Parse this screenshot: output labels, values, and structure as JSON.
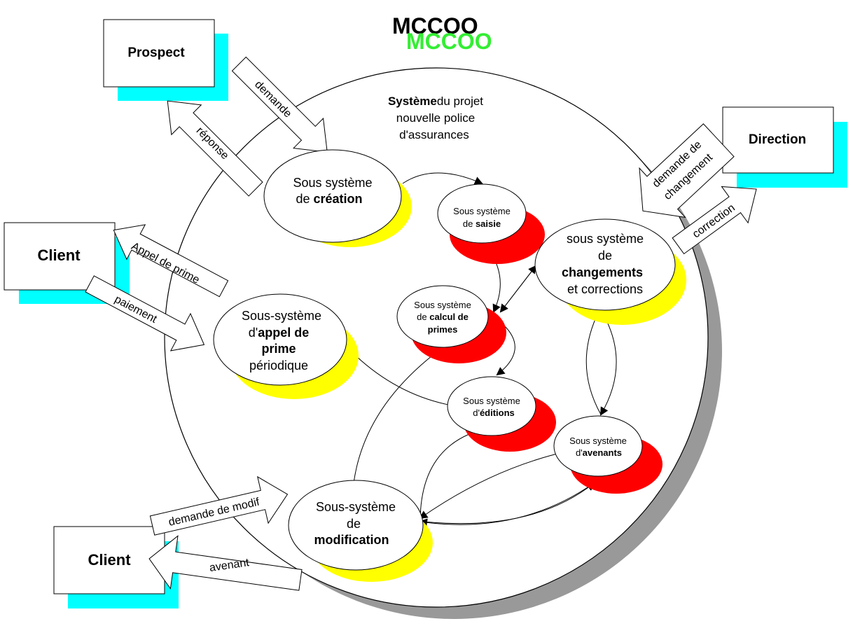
{
  "title_black": "MCCOO",
  "title_green": "MCCOO",
  "system_label": {
    "bold": "Système",
    "rest": "du projet",
    "line2": "nouvelle police",
    "line3": "d'assurances"
  },
  "actors": {
    "prospect": "Prospect",
    "client_top": "Client",
    "client_bottom": "Client",
    "direction": "Direction"
  },
  "flows": {
    "demande": "demande",
    "reponse": "réponse",
    "appel_de_prime": "Appel de prime",
    "paiement": "paiement",
    "demande_de_changement_1": "demande de",
    "demande_de_changement_2": "changement",
    "correction": "correction",
    "demande_de_modif": "demande de modif",
    "avenant": "avenant"
  },
  "subsystems": {
    "creation": {
      "l1": "Sous système",
      "l2a": "de ",
      "l2b": "création"
    },
    "saisie": {
      "l1": "Sous système",
      "l2a": "de ",
      "l2b": "saisie"
    },
    "changements": {
      "l1": "sous système",
      "l2": "de",
      "l3": "changements",
      "l4": "et corrections"
    },
    "calcul": {
      "l1": "Sous système",
      "l2a": "de ",
      "l2b": "calcul de",
      "l3": "primes"
    },
    "appel": {
      "l1": "Sous-système",
      "l2a": "d'",
      "l2b": "appel de",
      "l3": "prime",
      "l4": "périodique"
    },
    "editions": {
      "l1": "Sous système",
      "l2a": "d'",
      "l2b": "éditions"
    },
    "avenants": {
      "l1": "Sous système",
      "l2a": "d'",
      "l2b": "avenants"
    },
    "modification": {
      "l1": "Sous-système",
      "l2": "de",
      "l3": "modification"
    }
  },
  "colors": {
    "shadow_cyan": "#00ffff",
    "shadow_yellow": "#ffff00",
    "shadow_red": "#ff0000",
    "shadow_grey": "#999999",
    "title_green": "#33ee33"
  }
}
